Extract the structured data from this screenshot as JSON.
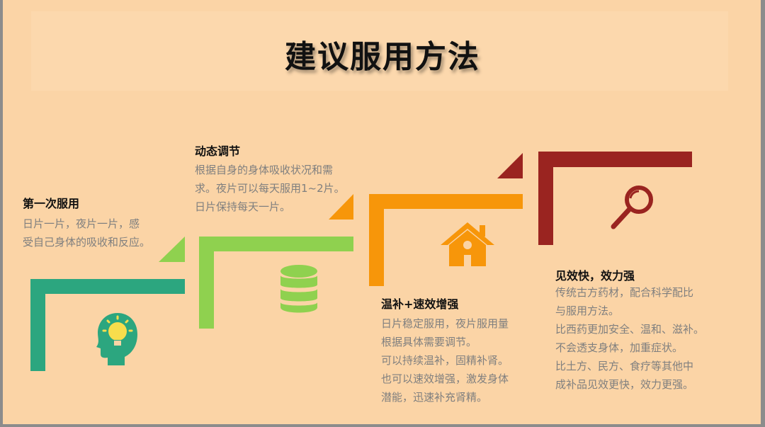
{
  "title": "建议服用方法",
  "colors": {
    "background": "#fbd4a6",
    "step1": "#2ca67f",
    "step2": "#8fd14f",
    "step3": "#f7960a",
    "step4": "#9a2420",
    "heading": "#111111",
    "text": "#7f7f7f"
  },
  "steps": [
    {
      "heading": "第一次服用",
      "lines": [
        "日片一片，夜片一片，感",
        "受自己身体的吸收和反应。"
      ],
      "icon": "head-lightbulb-icon"
    },
    {
      "heading": "动态调节",
      "lines": [
        "根据自身的身体吸收状况和需",
        "求。夜片可以每天服用1~2片。",
        "日片保持每天一片。"
      ],
      "icon": "database-icon"
    },
    {
      "heading": "温补+速效增强",
      "lines": [
        "日片稳定服用，夜片服用量",
        "根据具体需要调节。",
        "可以持续温补，固精补肾。",
        "也可以速效增强，激发身体",
        "潜能，迅速补充肾精。"
      ],
      "icon": "home-icon"
    },
    {
      "heading": "见效快，效力强",
      "lines": [
        "传统古方药材，配合科学配比",
        "与服用方法。",
        "比西药更加安全、温和、滋补。",
        "不会透支身体，加重症状。",
        "比土方、民方、食疗等其他中",
        "成补品见效更快，效力更强。"
      ],
      "icon": "magnifier-icon"
    }
  ]
}
